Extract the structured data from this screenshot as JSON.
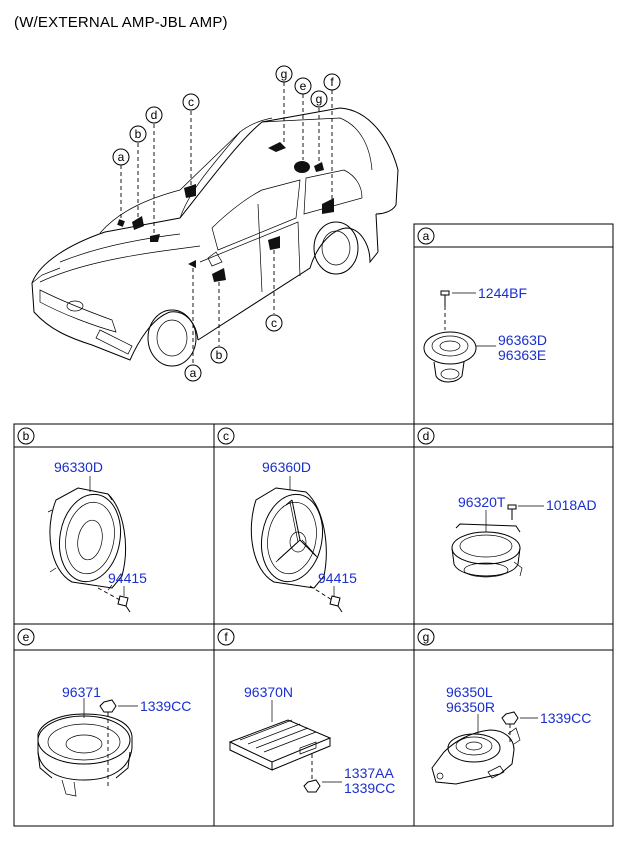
{
  "title": "(W/EXTERNAL AMP-JBL AMP)",
  "car_callouts": [
    "a",
    "b",
    "d",
    "c",
    "g",
    "e",
    "g",
    "f",
    "c",
    "b",
    "a"
  ],
  "panels": {
    "a": {
      "letter": "a",
      "parts": [
        "1244BF",
        "96363D",
        "96363E"
      ]
    },
    "b": {
      "letter": "b",
      "parts": [
        "96330D",
        "94415"
      ]
    },
    "c": {
      "letter": "c",
      "parts": [
        "96360D",
        "94415"
      ]
    },
    "d": {
      "letter": "d",
      "parts": [
        "96320T",
        "1018AD"
      ]
    },
    "e": {
      "letter": "e",
      "parts": [
        "96371",
        "1339CC"
      ]
    },
    "f": {
      "letter": "f",
      "parts": [
        "96370N",
        "1337AA",
        "1339CC"
      ]
    },
    "g": {
      "letter": "g",
      "parts": [
        "96350L",
        "96350R",
        "1339CC"
      ]
    }
  },
  "colors": {
    "part_label": "#1a2fd0",
    "line": "#000000"
  }
}
